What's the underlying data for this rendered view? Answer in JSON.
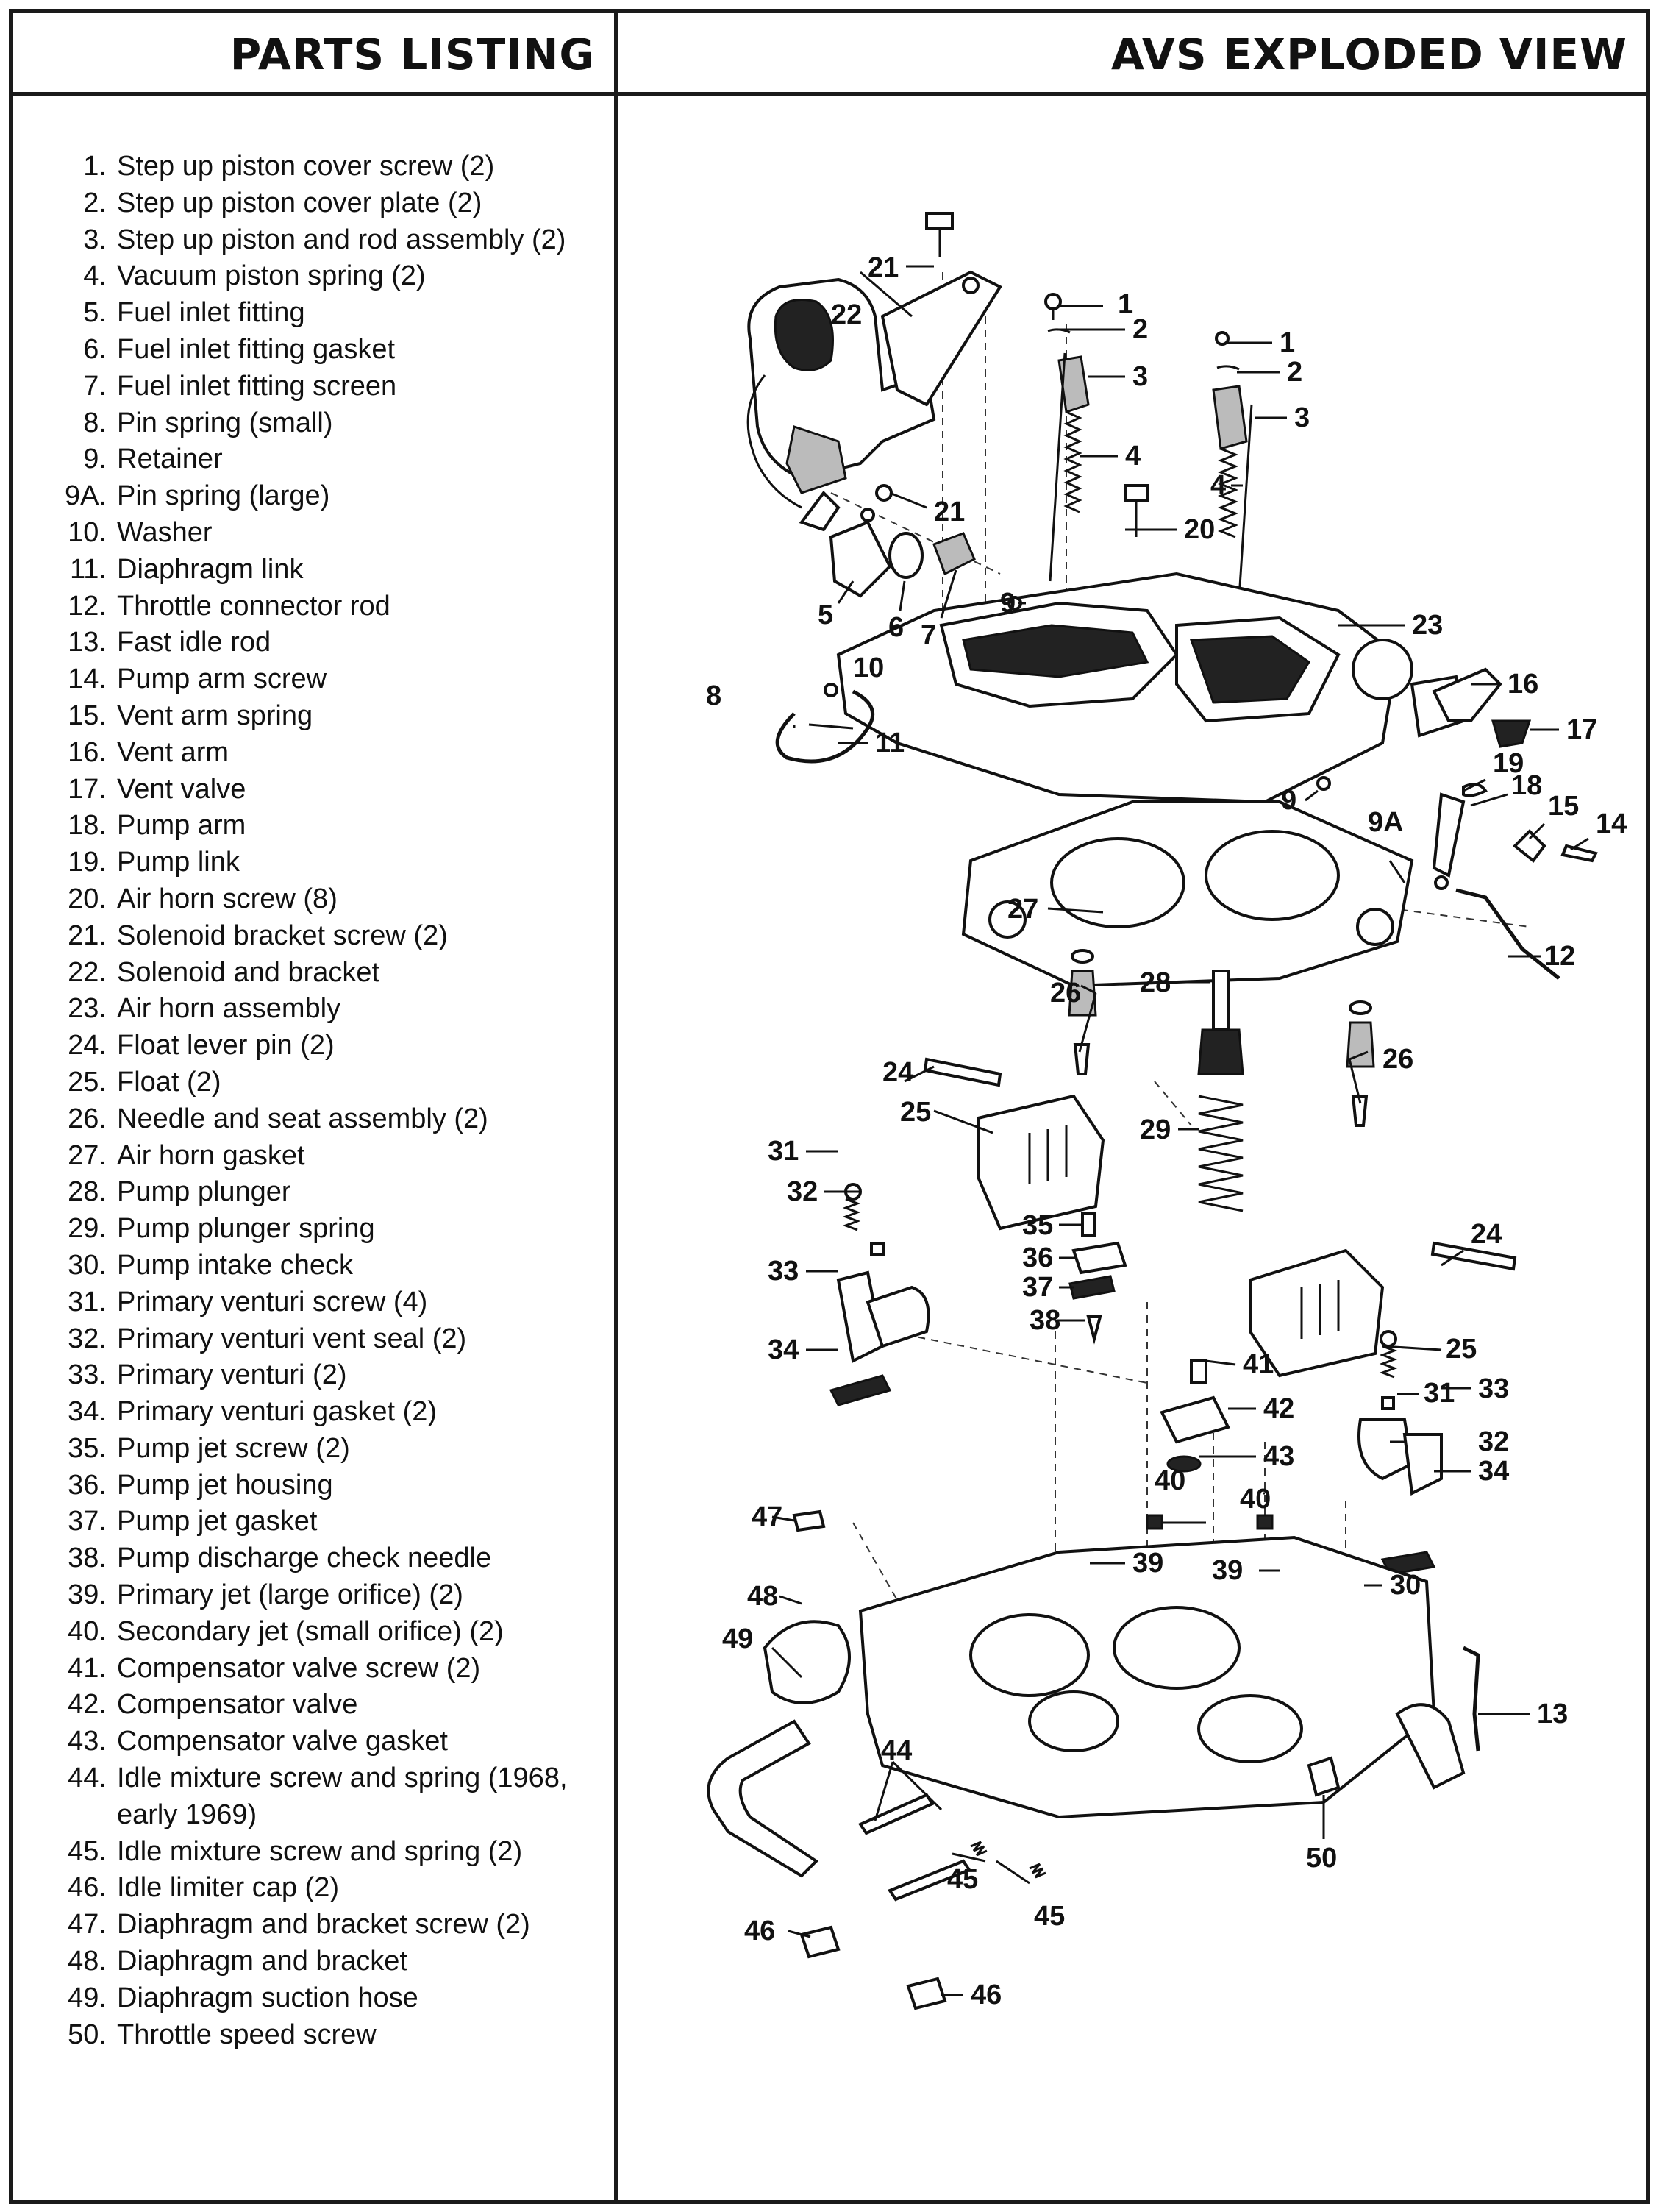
{
  "header": {
    "left_title": "PARTS LISTING",
    "right_title": "AVS EXPLODED VIEW"
  },
  "parts": [
    {
      "num": "1.",
      "name": "Step up piston cover screw (2)"
    },
    {
      "num": "2.",
      "name": "Step up piston cover plate (2)"
    },
    {
      "num": "3.",
      "name": "Step up piston and rod assembly (2)"
    },
    {
      "num": "4.",
      "name": "Vacuum piston spring (2)"
    },
    {
      "num": "5.",
      "name": "Fuel inlet fitting"
    },
    {
      "num": "6.",
      "name": "Fuel inlet fitting gasket"
    },
    {
      "num": "7.",
      "name": "Fuel inlet fitting screen"
    },
    {
      "num": "8.",
      "name": "Pin spring (small)"
    },
    {
      "num": "9.",
      "name": "Retainer"
    },
    {
      "num": "9A.",
      "name": "Pin spring (large)"
    },
    {
      "num": "10.",
      "name": "Washer"
    },
    {
      "num": "11.",
      "name": "Diaphragm link"
    },
    {
      "num": "12.",
      "name": "Throttle connector rod"
    },
    {
      "num": "13.",
      "name": "Fast idle rod"
    },
    {
      "num": "14.",
      "name": "Pump arm screw"
    },
    {
      "num": "15.",
      "name": "Vent arm spring"
    },
    {
      "num": "16.",
      "name": "Vent arm"
    },
    {
      "num": "17.",
      "name": "Vent valve"
    },
    {
      "num": "18.",
      "name": "Pump arm"
    },
    {
      "num": "19.",
      "name": "Pump link"
    },
    {
      "num": "20.",
      "name": "Air horn screw (8)"
    },
    {
      "num": "21.",
      "name": "Solenoid bracket screw (2)"
    },
    {
      "num": "22.",
      "name": "Solenoid and bracket"
    },
    {
      "num": "23.",
      "name": "Air horn assembly"
    },
    {
      "num": "24.",
      "name": "Float lever pin (2)"
    },
    {
      "num": "25.",
      "name": "Float (2)"
    },
    {
      "num": "26.",
      "name": "Needle and seat assembly (2)"
    },
    {
      "num": "27.",
      "name": "Air horn gasket"
    },
    {
      "num": "28.",
      "name": "Pump plunger"
    },
    {
      "num": "29.",
      "name": "Pump plunger spring"
    },
    {
      "num": "30.",
      "name": "Pump intake check"
    },
    {
      "num": "31.",
      "name": "Primary venturi screw (4)"
    },
    {
      "num": "32.",
      "name": "Primary venturi vent seal (2)"
    },
    {
      "num": "33.",
      "name": "Primary venturi (2)"
    },
    {
      "num": "34.",
      "name": "Primary venturi gasket (2)"
    },
    {
      "num": "35.",
      "name": "Pump jet screw (2)"
    },
    {
      "num": "36.",
      "name": "Pump jet housing"
    },
    {
      "num": "37.",
      "name": "Pump jet gasket"
    },
    {
      "num": "38.",
      "name": "Pump discharge check needle"
    },
    {
      "num": "39.",
      "name": "Primary jet (large orifice) (2)"
    },
    {
      "num": "40.",
      "name": "Secondary jet (small orifice) (2)"
    },
    {
      "num": "41.",
      "name": "Compensator valve screw (2)"
    },
    {
      "num": "42.",
      "name": "Compensator valve"
    },
    {
      "num": "43.",
      "name": "Compensator valve gasket"
    },
    {
      "num": "44.",
      "name": "Idle mixture screw and spring (1968, early 1969)"
    },
    {
      "num": "45.",
      "name": "Idle mixture screw and spring (2)"
    },
    {
      "num": "46.",
      "name": "Idle limiter cap (2)"
    },
    {
      "num": "47.",
      "name": "Diaphragm and bracket screw (2)"
    },
    {
      "num": "48.",
      "name": "Diaphragm and bracket"
    },
    {
      "num": "49.",
      "name": "Diaphragm suction hose"
    },
    {
      "num": "50.",
      "name": "Throttle speed screw"
    }
  ],
  "callouts": {
    "c1a": "1",
    "c2a": "2",
    "c3a": "3",
    "c4a": "4",
    "c1b": "1",
    "c2b": "2",
    "c3b": "3",
    "c4b": "4",
    "c5": "5",
    "c6": "6",
    "c7": "7",
    "c8": "8",
    "c9a": "9",
    "c9b": "9",
    "c9A": "9A",
    "c10": "10",
    "c11": "11",
    "c12": "12",
    "c13": "13",
    "c14": "14",
    "c15": "15",
    "c16": "16",
    "c17": "17",
    "c18": "18",
    "c19": "19",
    "c20": "20",
    "c21a": "21",
    "c21b": "21",
    "c22": "22",
    "c23": "23",
    "c24a": "24",
    "c24b": "24",
    "c25a": "25",
    "c25b": "25",
    "c26a": "26",
    "c26b": "26",
    "c27": "27",
    "c28": "28",
    "c29": "29",
    "c30": "30",
    "c31a": "31",
    "c31b": "31",
    "c32a": "32",
    "c32b": "32",
    "c33a": "33",
    "c33b": "33",
    "c34a": "34",
    "c34b": "34",
    "c35": "35",
    "c36": "36",
    "c37": "37",
    "c38": "38",
    "c39a": "39",
    "c39b": "39",
    "c40a": "40",
    "c40b": "40",
    "c41": "41",
    "c42": "42",
    "c43": "43",
    "c44": "44",
    "c45a": "45",
    "c45b": "45",
    "c46a": "46",
    "c46b": "46",
    "c47": "47",
    "c48": "48",
    "c49": "49",
    "c50": "50"
  }
}
